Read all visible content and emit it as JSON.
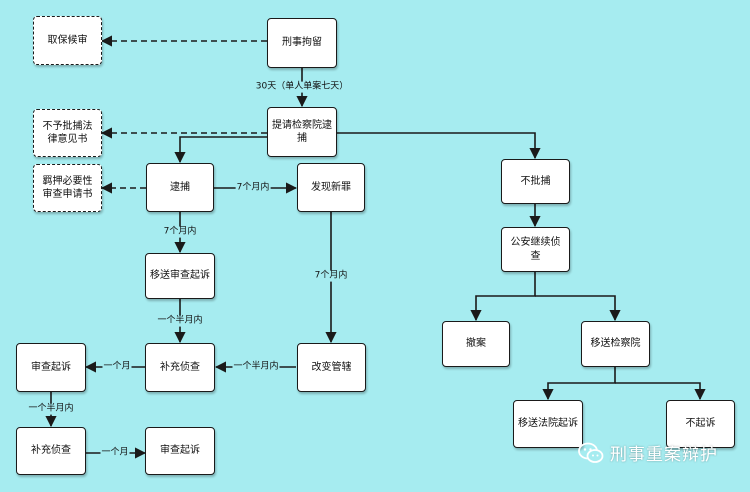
{
  "nodes": {
    "bail": "取保候审",
    "detention": "刑事拘留",
    "request_arrest": "提请检察院逮捕",
    "opinion_letter": "不予批捕法律意见书",
    "review_application": "羁押必要性审查申请书",
    "arrest": "逮捕",
    "new_crime": "发现新罪",
    "no_arrest": "不批捕",
    "continue_investigation": "公安继续侦查",
    "transfer_review": "移送审查起诉",
    "withdraw_case": "撤案",
    "transfer_procuratorate": "移送检察院",
    "review_prosecution_1": "审查起诉",
    "supplementary_1": "补充侦查",
    "change_jurisdiction": "改变管辖",
    "transfer_court": "移送法院起诉",
    "no_prosecution": "不起诉",
    "supplementary_2": "补充侦查",
    "review_prosecution_2": "审查起诉"
  },
  "edge_labels": {
    "detention_to_request": "30天（单人单案七天）",
    "arrest_to_new_crime": "7个月内",
    "arrest_to_transfer": "7个月内",
    "new_crime_to_change": "7个月内",
    "transfer_to_supplementary": "一个半月内",
    "change_to_supplementary": "一个半月内",
    "supplementary_to_review": "一个月",
    "review_to_supplementary2": "一个半月内",
    "supplementary2_to_review2": "一个月"
  },
  "watermark": {
    "text": "刑事重案辩护",
    "icon": "wechat-icon"
  },
  "colors": {
    "background": "#a6ecf0",
    "node_fill": "#ffffff",
    "stroke": "#1a1a1a"
  }
}
